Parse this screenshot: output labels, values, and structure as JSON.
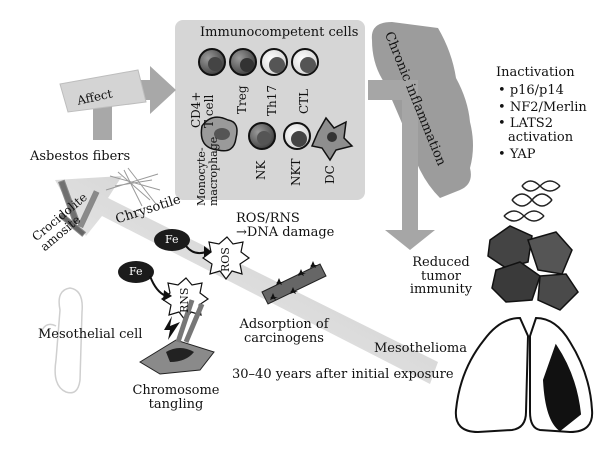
{
  "affect": "Affect",
  "immune": {
    "title": "Immunocompetent cells",
    "cells": [
      "CD4+\nT cell",
      "Treg",
      "Th17",
      "CTL",
      "Monocyte-\nmacrophage",
      "NK",
      "NKT",
      "DC"
    ]
  },
  "chronic_inflammation": "Chronic inflammation",
  "inactivation": {
    "title": "Inactivation",
    "items": [
      "p16/p14",
      "NF2/Merlin",
      "LATS2",
      "activation",
      "YAP"
    ]
  },
  "asbestos_fibers": "Asbestos fibers",
  "crocidolite": "Crocidolite\namosite",
  "chrysotile": "Chrysotile",
  "fe_label": "Fe",
  "ros_badge": "ROS",
  "rns_badge": "RNS",
  "ros_rns_text": "ROS/RNS\n→DNA damage",
  "reduced_immunity": "Reduced\ntumor\nimmunity",
  "adsorption": "Adsorption of\ncarcinogens",
  "mesothelial_cell": "Mesothelial cell",
  "chromosome": "Chromosome\ntangling",
  "mesothelioma": "Mesothelioma",
  "timeline": "30–40 years after initial exposure"
}
